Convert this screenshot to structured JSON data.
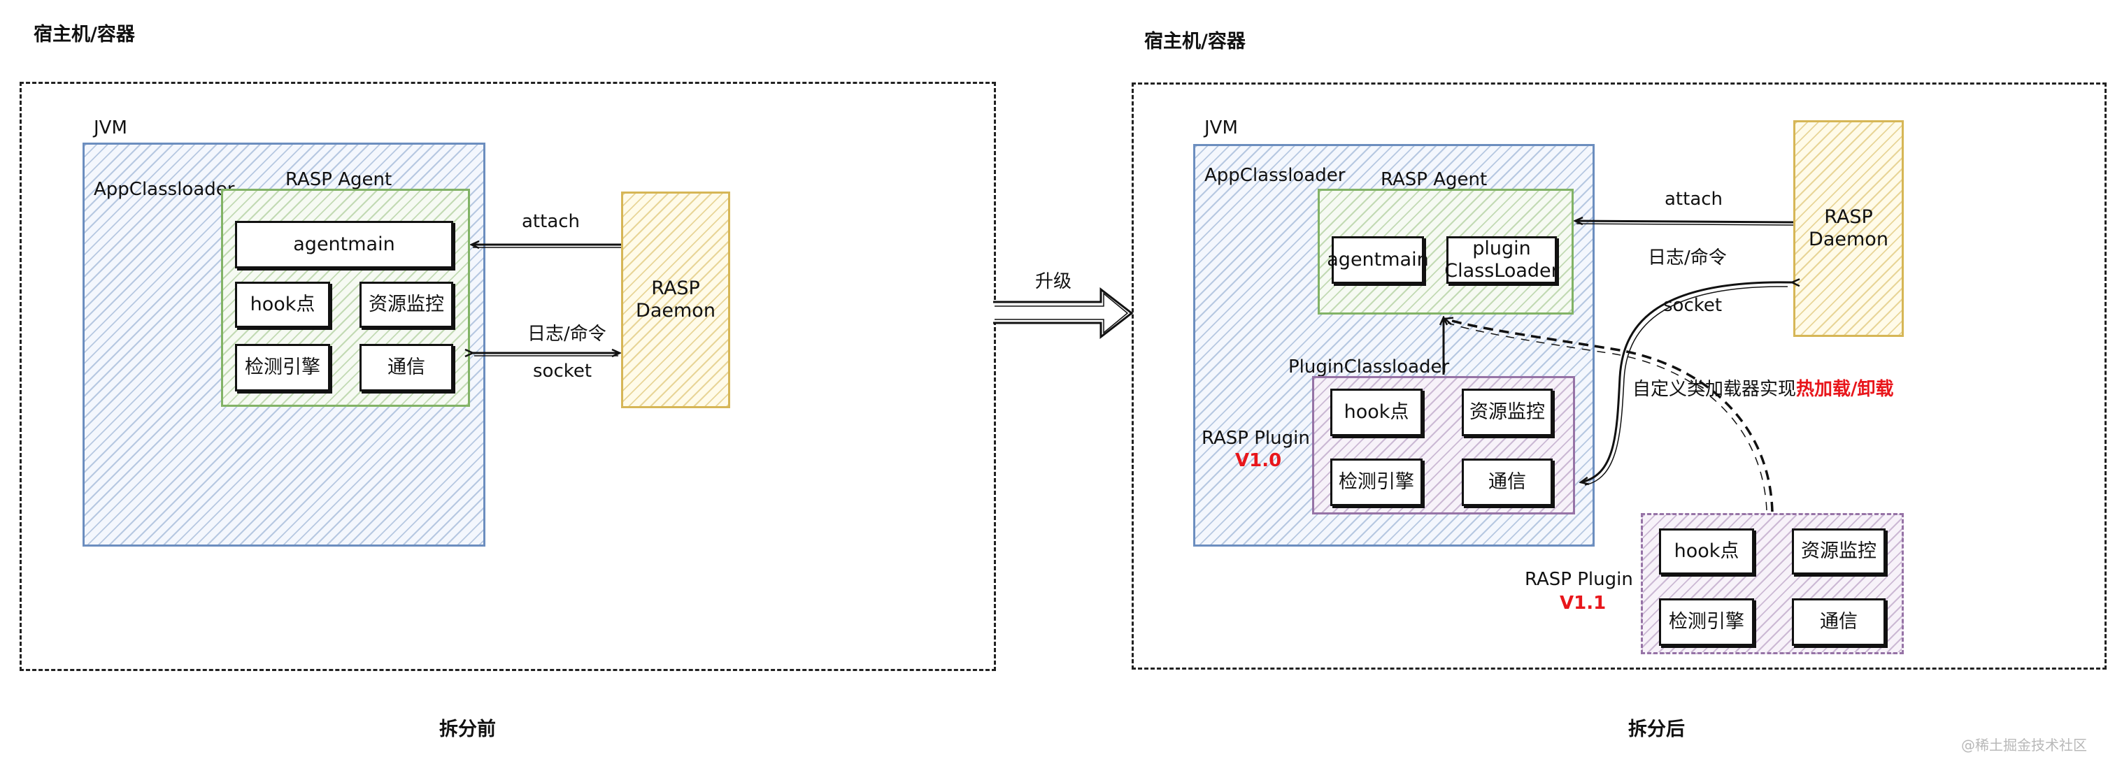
{
  "before": {
    "host_label": "宿主机/容器",
    "jvm_label": "JVM",
    "appclassloader_label": "AppClassloader",
    "agent_label": "RASP Agent",
    "modules": {
      "agentmain": "agentmain",
      "hook": "hook点",
      "monitor": "资源监控",
      "engine": "检测引擎",
      "comm": "通信"
    },
    "daemon_label": "RASP\nDaemon",
    "attach_label": "attach",
    "log_label": "日志/命令",
    "socket_label": "socket",
    "caption": "拆分前"
  },
  "upgrade_label": "升级",
  "after": {
    "host_label": "宿主机/容器",
    "jvm_label": "JVM",
    "appclassloader_label": "AppClassloader",
    "agent_label": "RASP Agent",
    "agentmain": "agentmain",
    "plugin_classloader_box": "plugin\nClassLoader",
    "pluginclassloader_label": "PluginClassloader",
    "plugin_v10": {
      "name": "RASP Plugin",
      "version": "V1.0",
      "hook": "hook点",
      "monitor": "资源监控",
      "engine": "检测引擎",
      "comm": "通信"
    },
    "plugin_v11": {
      "name": "RASP Plugin",
      "version": "V1.1",
      "hook": "hook点",
      "monitor": "资源监控",
      "engine": "检测引擎",
      "comm": "通信"
    },
    "daemon_label": "RASP\nDaemon",
    "attach_label": "attach",
    "log_label": "日志/命令",
    "socket_label": "socket",
    "hotload_prefix": "自定义类加载器实现",
    "hotload_highlight": "热加载/卸载",
    "caption": "拆分后"
  },
  "watermark": "@稀土掘金技术社区",
  "colors": {
    "highlight_red": "#e8161b",
    "jvm_blue": "#6c8ebf",
    "agent_green": "#82b366",
    "daemon_yellow": "#d6b656",
    "plugin_purple": "#9673a6"
  }
}
